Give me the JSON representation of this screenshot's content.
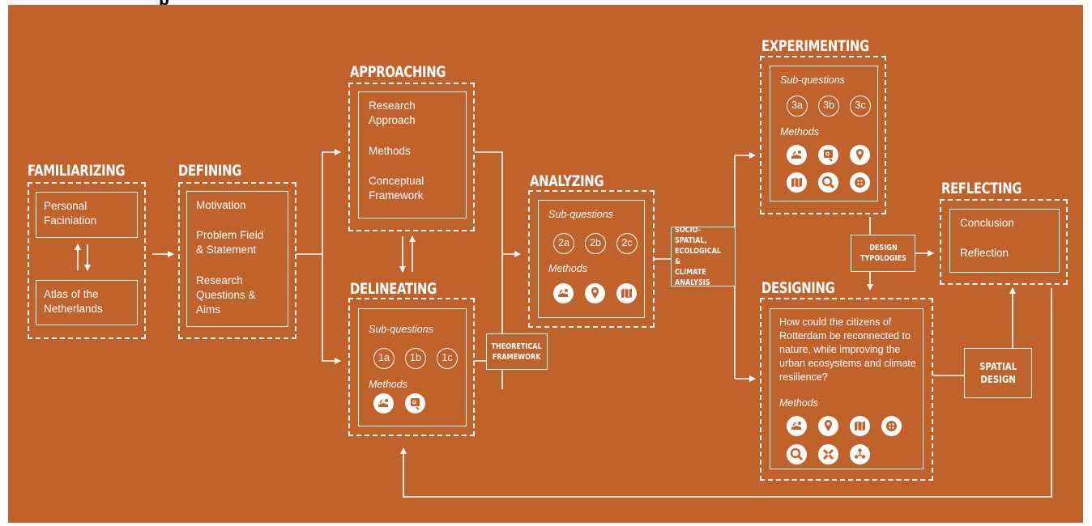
{
  "stages": {
    "familiarizing": {
      "title": "FAMILIARIZING",
      "box1": "Personal\nFaciniation",
      "box2": "Atlas of the\nNetherlands"
    },
    "defining": {
      "title": "DEFINING",
      "items": [
        "Motivation",
        "Problem Field\n& Statement",
        "Research\nQuestions &\nAims"
      ]
    },
    "approaching": {
      "title": "APPROACHING",
      "items": [
        "Research\nApproach",
        "Methods",
        "Conceptual\nFramework"
      ]
    },
    "delineating": {
      "title": "DELINEATING",
      "subq_label": "Sub-questions",
      "subq": [
        "1a",
        "1b",
        "1c"
      ],
      "methods_label": "Methods",
      "icons": [
        "fieldwork-icon",
        "interview-icon"
      ]
    },
    "analyzing": {
      "title": "ANALYZING",
      "subq_label": "Sub-questions",
      "subq": [
        "2a",
        "2b",
        "2c"
      ],
      "methods_label": "Methods",
      "icons": [
        "fieldwork-icon",
        "location-pin-icon",
        "map-icon"
      ]
    },
    "experimenting": {
      "title": "EXPERIMENTING",
      "subq_label": "Sub-questions",
      "subq": [
        "3a",
        "3b",
        "3c"
      ],
      "methods_label": "Methods",
      "icons": [
        "fieldwork-icon",
        "interview-icon",
        "location-pin-icon",
        "map-icon",
        "magnifier-icon",
        "texture-icon"
      ]
    },
    "designing": {
      "title": "DESIGNING",
      "question": "How could the citizens of\nRotterdam be reconnected to\nnature, while improving the\nurban ecosystems and climate\nresilience?",
      "methods_label": "Methods",
      "icons": [
        "fieldwork-icon",
        "location-pin-icon",
        "map-icon",
        "texture-icon",
        "magnifier-icon",
        "tools-icon",
        "network-icon"
      ]
    },
    "reflecting": {
      "title": "REFLECTING",
      "items": [
        "Conclusion",
        "Reflection"
      ]
    }
  },
  "labels": {
    "theoretical": "THEORETICAL\nFRAMEWORK",
    "analysis": "SOCIO-SPATIAL,\nECOLOGICAL &\nCLIMATE\nANALYSIS",
    "typologies": "DESIGN\nTYPOLOGIES",
    "spatial": "SPATIAL\nDESIGN"
  },
  "colors": {
    "background": "#c0622b",
    "foreground": "#ffffff"
  }
}
